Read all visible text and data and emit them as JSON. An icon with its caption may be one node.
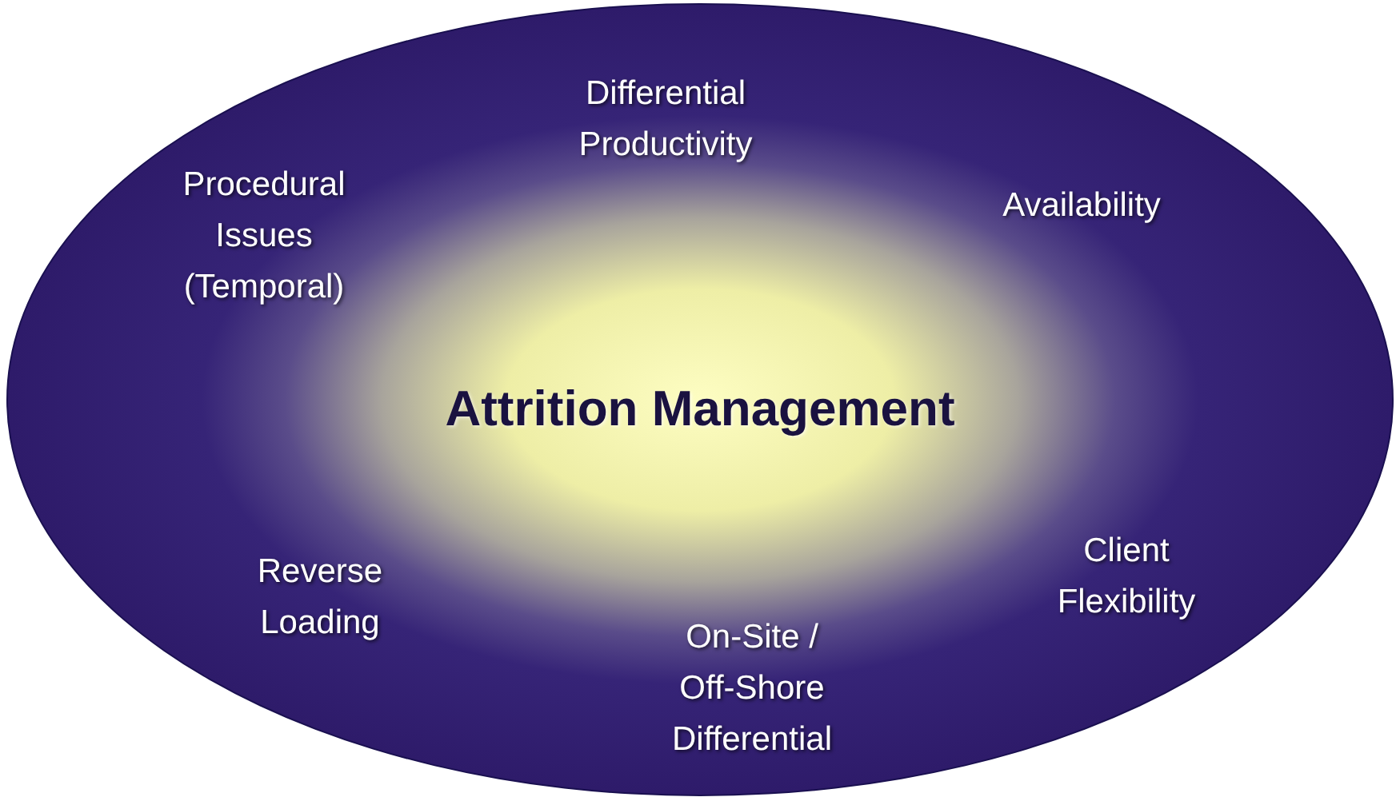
{
  "diagram": {
    "nodes": [
      {
        "text": [
          "Attrition Management"
        ]
      }
    ],
    "labels": [
      "Differential Productivity",
      "Procedural Issues (Temporal)",
      "Availability",
      "Reverse Loading",
      "On-Site / Off-Shore Differential",
      "Client Flexibility"
    ]
  }
}
